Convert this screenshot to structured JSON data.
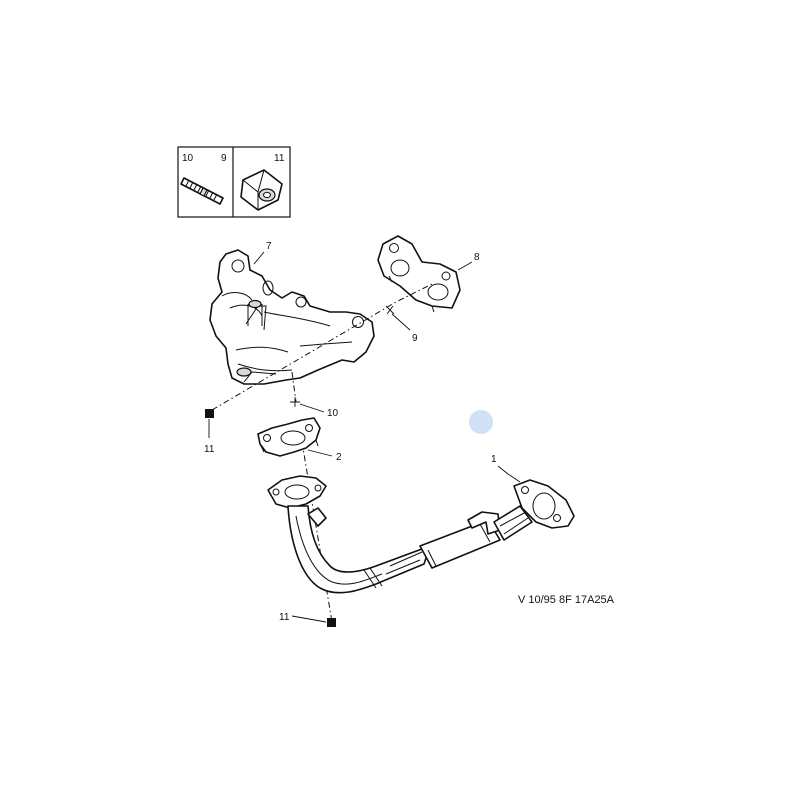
{
  "diagram": {
    "inset_labels": [
      "10",
      "9",
      "11"
    ],
    "callouts": {
      "manifold": "7",
      "gasket_manifold": "8",
      "stud_manifold": "9",
      "stud_flange": "10",
      "nut_left": "11",
      "flange_gasket": "2",
      "front_pipe": "1",
      "nut_bottom": "11"
    },
    "reference": "V 10/95 8F 17A25A",
    "marker_color": "#cfe0f7"
  }
}
